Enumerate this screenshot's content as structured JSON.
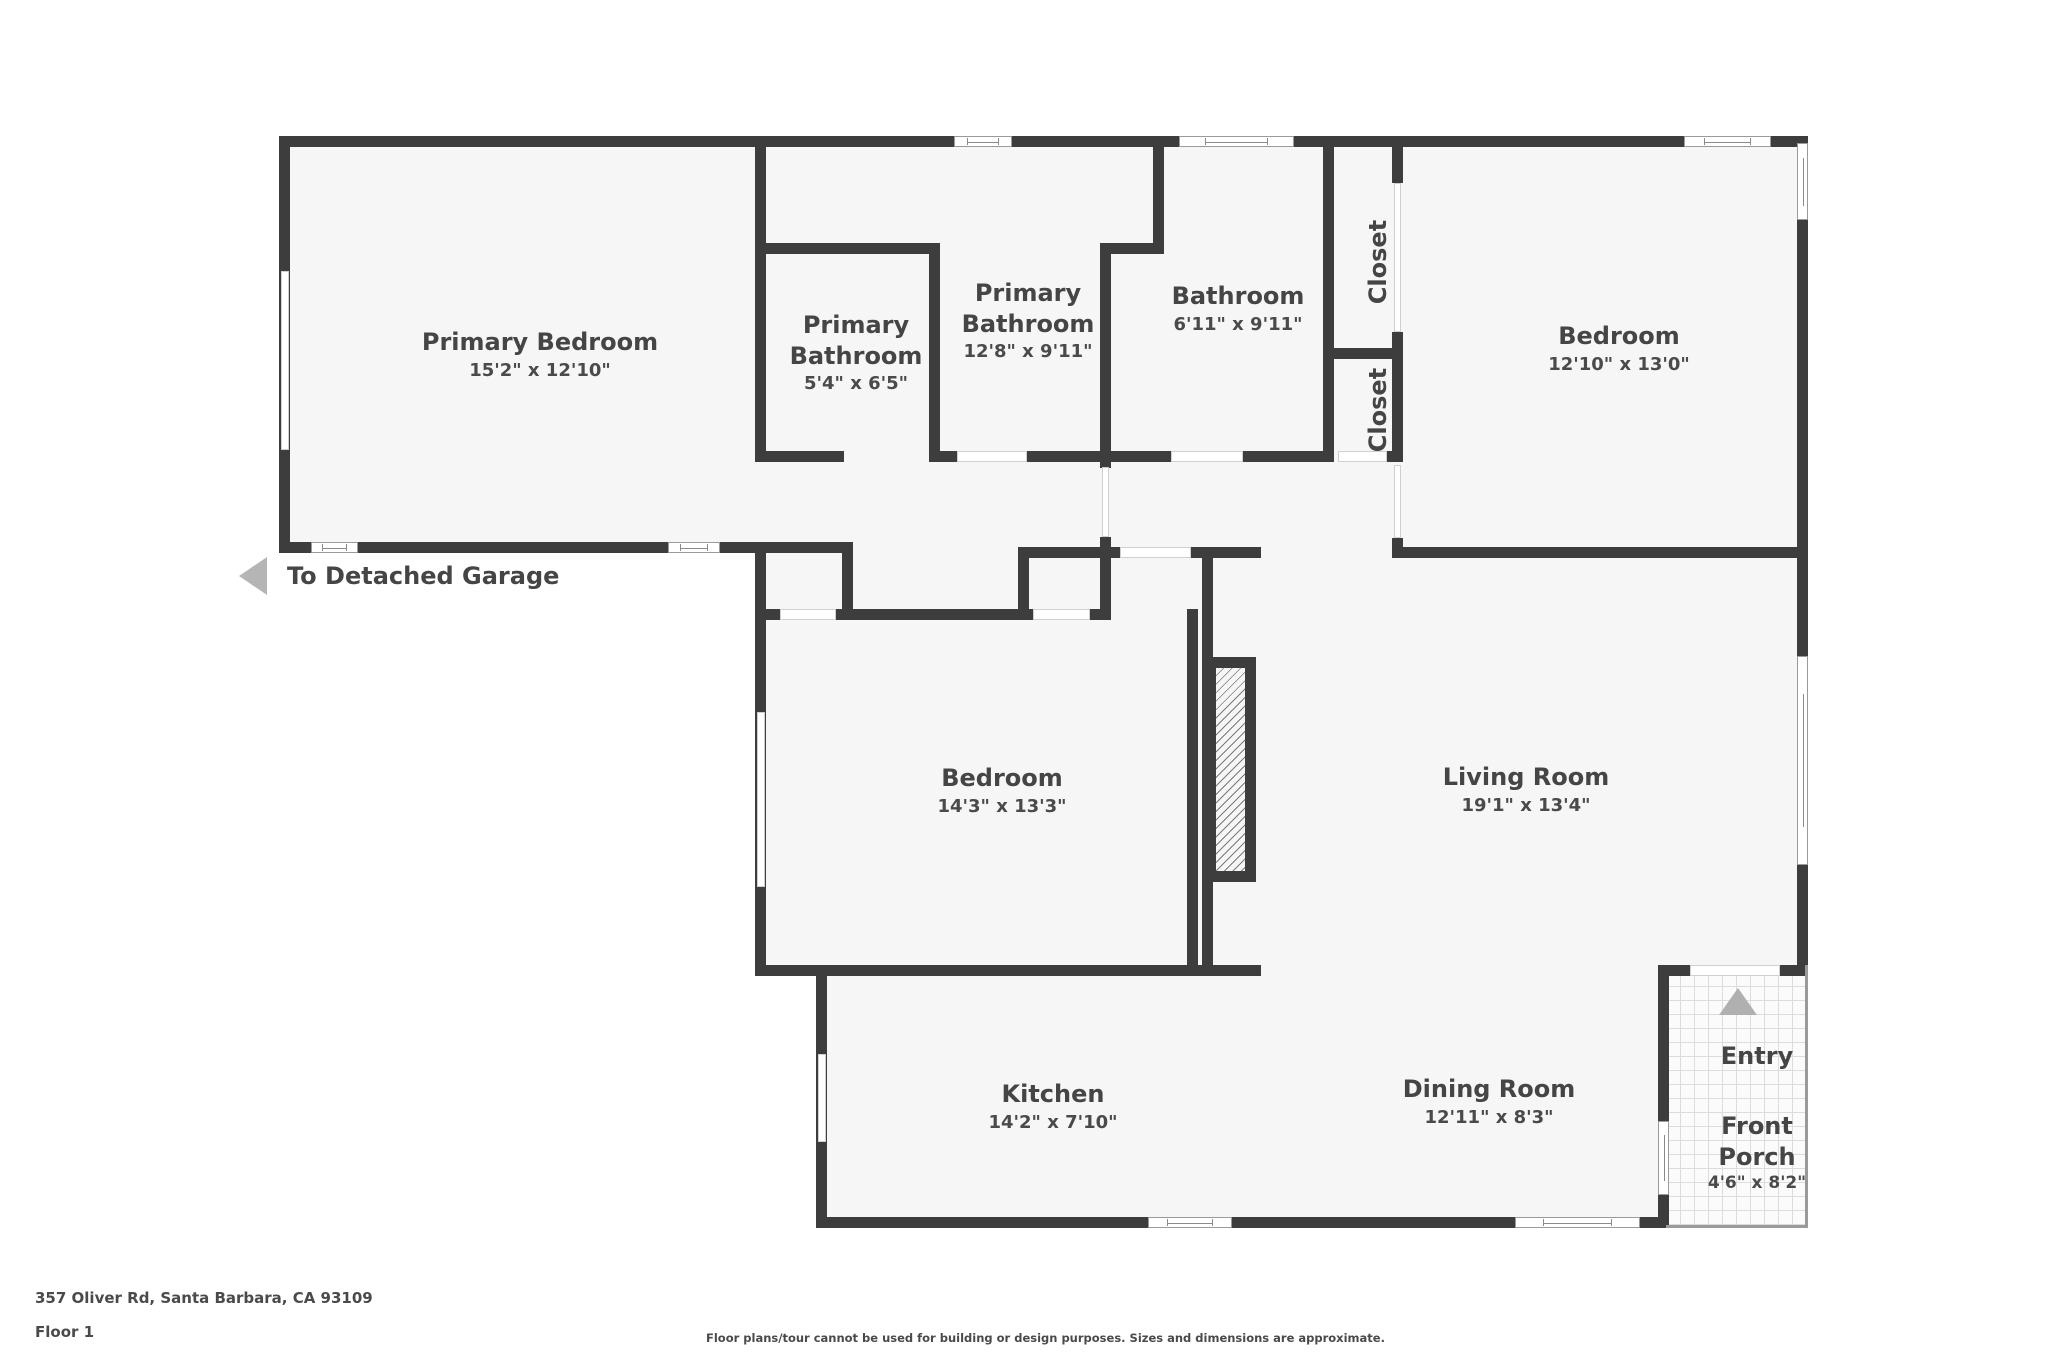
{
  "floor_plan": {
    "address": "357 Oliver Rd, Santa Barbara, CA 93109",
    "floor_label": "Floor 1",
    "disclaimer": "Floor plans/tour cannot be used for building or design purposes. Sizes and dimensions are approximate.",
    "garage_label": "To Detached Garage",
    "colors": {
      "wall": "#3d3d3d",
      "floor": "#f6f6f6",
      "text": "#454545",
      "arrow": "#b5b5b5"
    },
    "rooms": [
      {
        "name": "Primary Bedroom",
        "dimensions": "15'2\" x 12'10\""
      },
      {
        "name": "Primary Bathroom",
        "dimensions": "5'4\" x 6'5\""
      },
      {
        "name": "Primary Bathroom",
        "dimensions": "12'8\" x 9'11\""
      },
      {
        "name": "Bathroom",
        "dimensions": "6'11\" x 9'11\""
      },
      {
        "name": "Closet",
        "dimensions": ""
      },
      {
        "name": "Closet",
        "dimensions": ""
      },
      {
        "name": "Bedroom",
        "dimensions": "12'10\" x 13'0\""
      },
      {
        "name": "Bedroom",
        "dimensions": "14'3\" x 13'3\""
      },
      {
        "name": "Living Room",
        "dimensions": "19'1\" x 13'4\""
      },
      {
        "name": "Kitchen",
        "dimensions": "14'2\" x 7'10\""
      },
      {
        "name": "Dining Room",
        "dimensions": "12'11\" x 8'3\""
      },
      {
        "name": "Entry",
        "dimensions": ""
      },
      {
        "name": "Front Porch",
        "dimensions": "4'6\" x 8'2\""
      }
    ],
    "porch_name_line1": "Front",
    "porch_name_line2": "Porch",
    "primary_bath_line1": "Primary",
    "primary_bath_line2": "Bathroom",
    "icons": {
      "garage_arrow": "arrow-left-icon",
      "entry_arrow": "arrow-up-icon"
    }
  }
}
